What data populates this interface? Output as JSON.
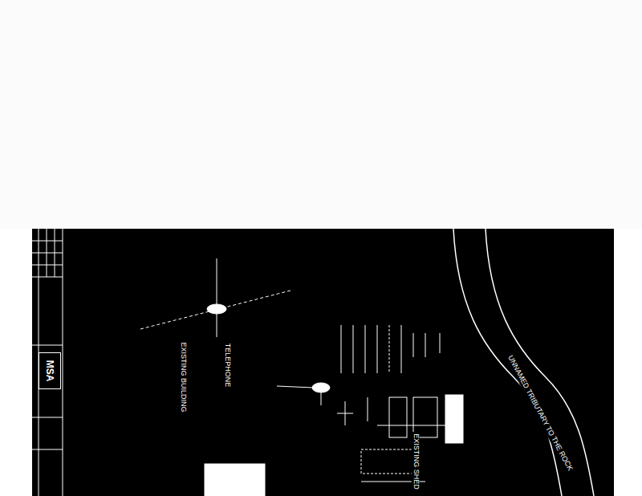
{
  "diagram": {
    "nodes": [
      {
        "text": [
          "MSA"
        ]
      }
    ],
    "labels": [
      "EXISTING BUILDING",
      "TELEPHONE",
      "EXISTING SHED",
      "UNNAMED TRIBUTARY TO THE ROCK"
    ]
  }
}
